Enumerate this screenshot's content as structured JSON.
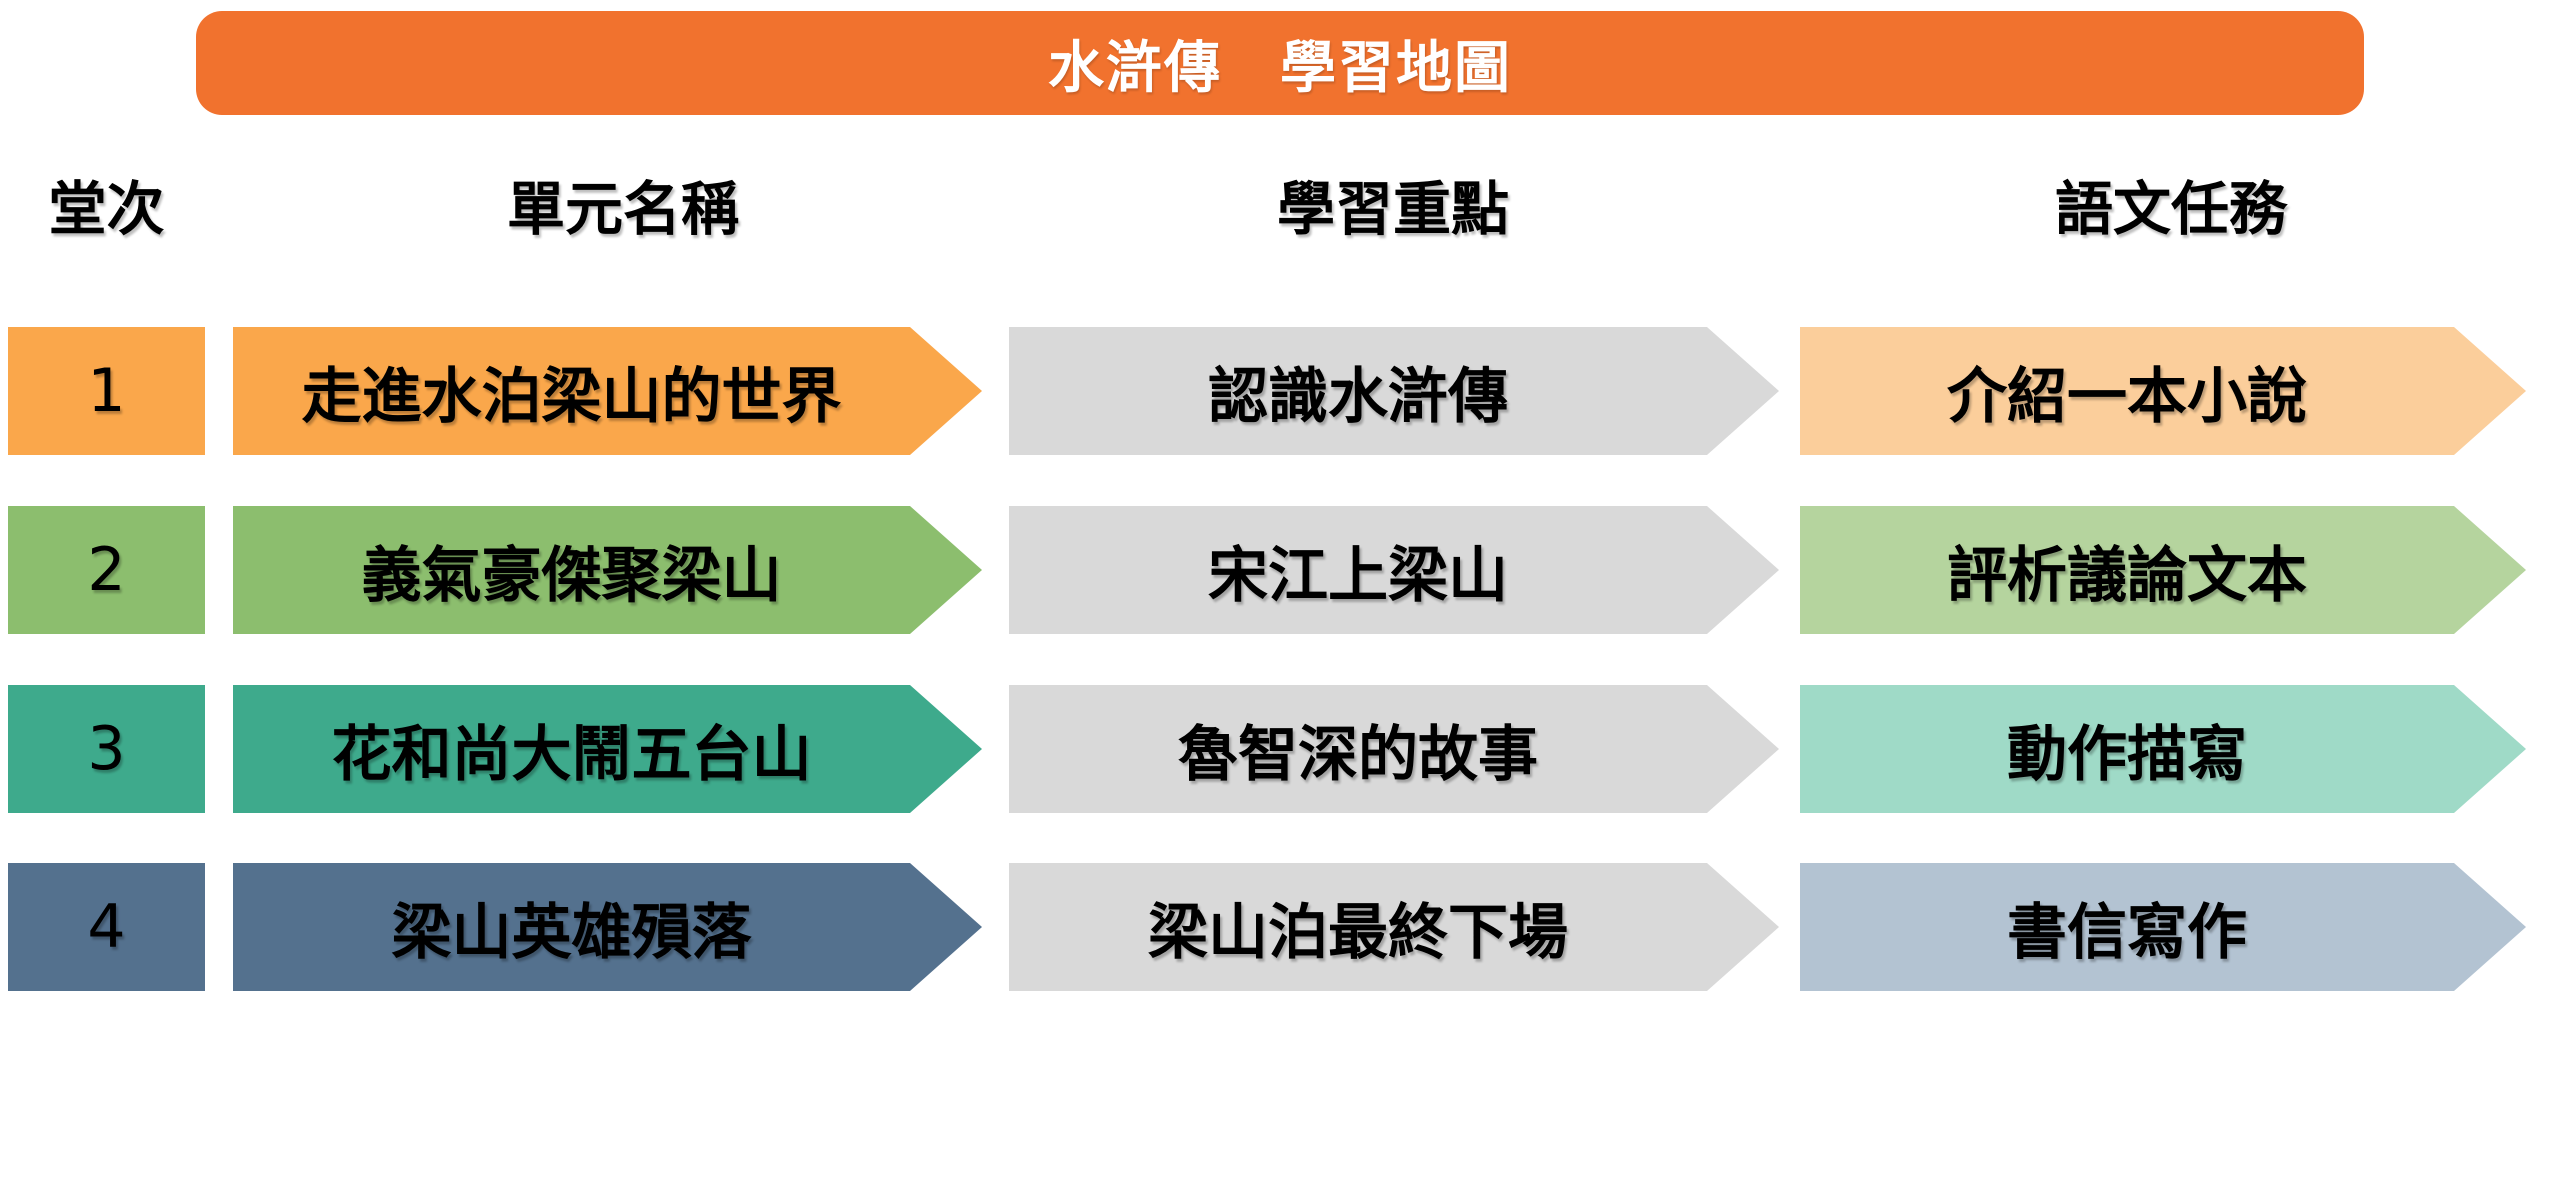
{
  "title": "水滸傳　學習地圖",
  "columns": [
    "堂次",
    "單元名稱",
    "學習重點",
    "語文任務"
  ],
  "colors": {
    "title_bg": "#F1722E",
    "title_text": "#FFFFFF",
    "focus_bg": "#D9D9D9",
    "body_text": "#000000",
    "background": "#FFFFFF"
  },
  "rows": [
    {
      "num": "1",
      "unit": "走進水泊梁山的世界",
      "focus": "認識水滸傳",
      "task": "介紹一本小說",
      "accent": "#FAA74B",
      "task_bg": "#FBCE9B"
    },
    {
      "num": "2",
      "unit": "義氣豪傑聚梁山",
      "focus": "宋江上梁山",
      "task": "評析議論文本",
      "accent": "#8CBE6E",
      "task_bg": "#B5D49E"
    },
    {
      "num": "3",
      "unit": "花和尚大鬧五台山",
      "focus": "魯智深的故事",
      "task": "動作描寫",
      "accent": "#3EAA8C",
      "task_bg": "#9FDAC7"
    },
    {
      "num": "4",
      "unit": "梁山英雄殞落",
      "focus": "梁山泊最終下場",
      "task": "書信寫作",
      "accent": "#54718E",
      "task_bg": "#B3C3D2"
    }
  ]
}
